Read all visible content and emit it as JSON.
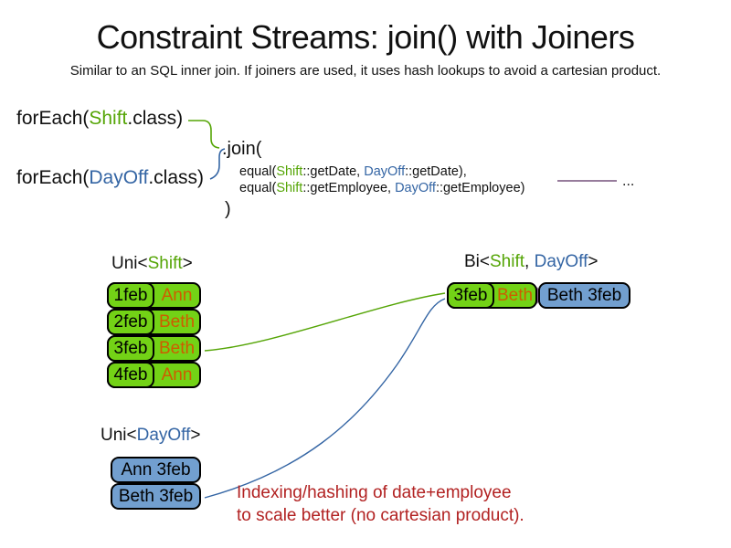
{
  "title": "Constraint Streams: join() with Joiners",
  "subtitle": "Similar to an SQL inner join. If joiners are used, it uses hash lookups to avoid a cartesian product.",
  "colors": {
    "shift_green_text": "#55a506",
    "dayoff_blue_text": "#3465a4",
    "shift_green_fill": "#73d216",
    "dayoff_blue_fill": "#729fcf",
    "name_orange": "#ce5c00",
    "annotation_red": "#b22222",
    "purple": "#8a5f91"
  },
  "code": {
    "foreach_shift": {
      "prefix": "forEach(",
      "class_name": "Shift",
      "suffix": ".class)"
    },
    "foreach_dayoff": {
      "prefix": "forEach(",
      "class_name": "DayOff",
      "suffix": ".class)"
    },
    "join_open": ".join(",
    "joiners": [
      {
        "prefix": "equal(",
        "left_class": "Shift",
        "left_rest": "::getDate, ",
        "right_class": "DayOff",
        "right_rest": "::getDate),"
      },
      {
        "prefix": "equal(",
        "left_class": "Shift",
        "left_rest": "::getEmployee, ",
        "right_class": "DayOff",
        "right_rest": "::getEmployee)"
      }
    ],
    "join_close": ")",
    "ellipsis": "..."
  },
  "uni_shift": {
    "label": {
      "prefix": "Uni<",
      "class_name": "Shift",
      "suffix": ">"
    },
    "rows": [
      {
        "date": "1feb",
        "employee": "Ann"
      },
      {
        "date": "2feb",
        "employee": "Beth"
      },
      {
        "date": "3feb",
        "employee": "Beth"
      },
      {
        "date": "4feb",
        "employee": "Ann"
      }
    ]
  },
  "bi": {
    "label": {
      "prefix": "Bi<",
      "class_a": "Shift",
      "separator": ", ",
      "class_b": "DayOff",
      "suffix": ">"
    },
    "row": {
      "shift_date": "3feb",
      "shift_employee": "Beth",
      "dayoff_fact": "Beth 3feb"
    }
  },
  "uni_dayoff": {
    "label": {
      "prefix": "Uni<",
      "class_name": "DayOff",
      "suffix": ">"
    },
    "rows": [
      {
        "text": "Ann 3feb"
      },
      {
        "text": "Beth 3feb"
      }
    ]
  },
  "annotation": {
    "line1": "Indexing/hashing of date+employee",
    "line2": "to scale better (no cartesian product)."
  }
}
